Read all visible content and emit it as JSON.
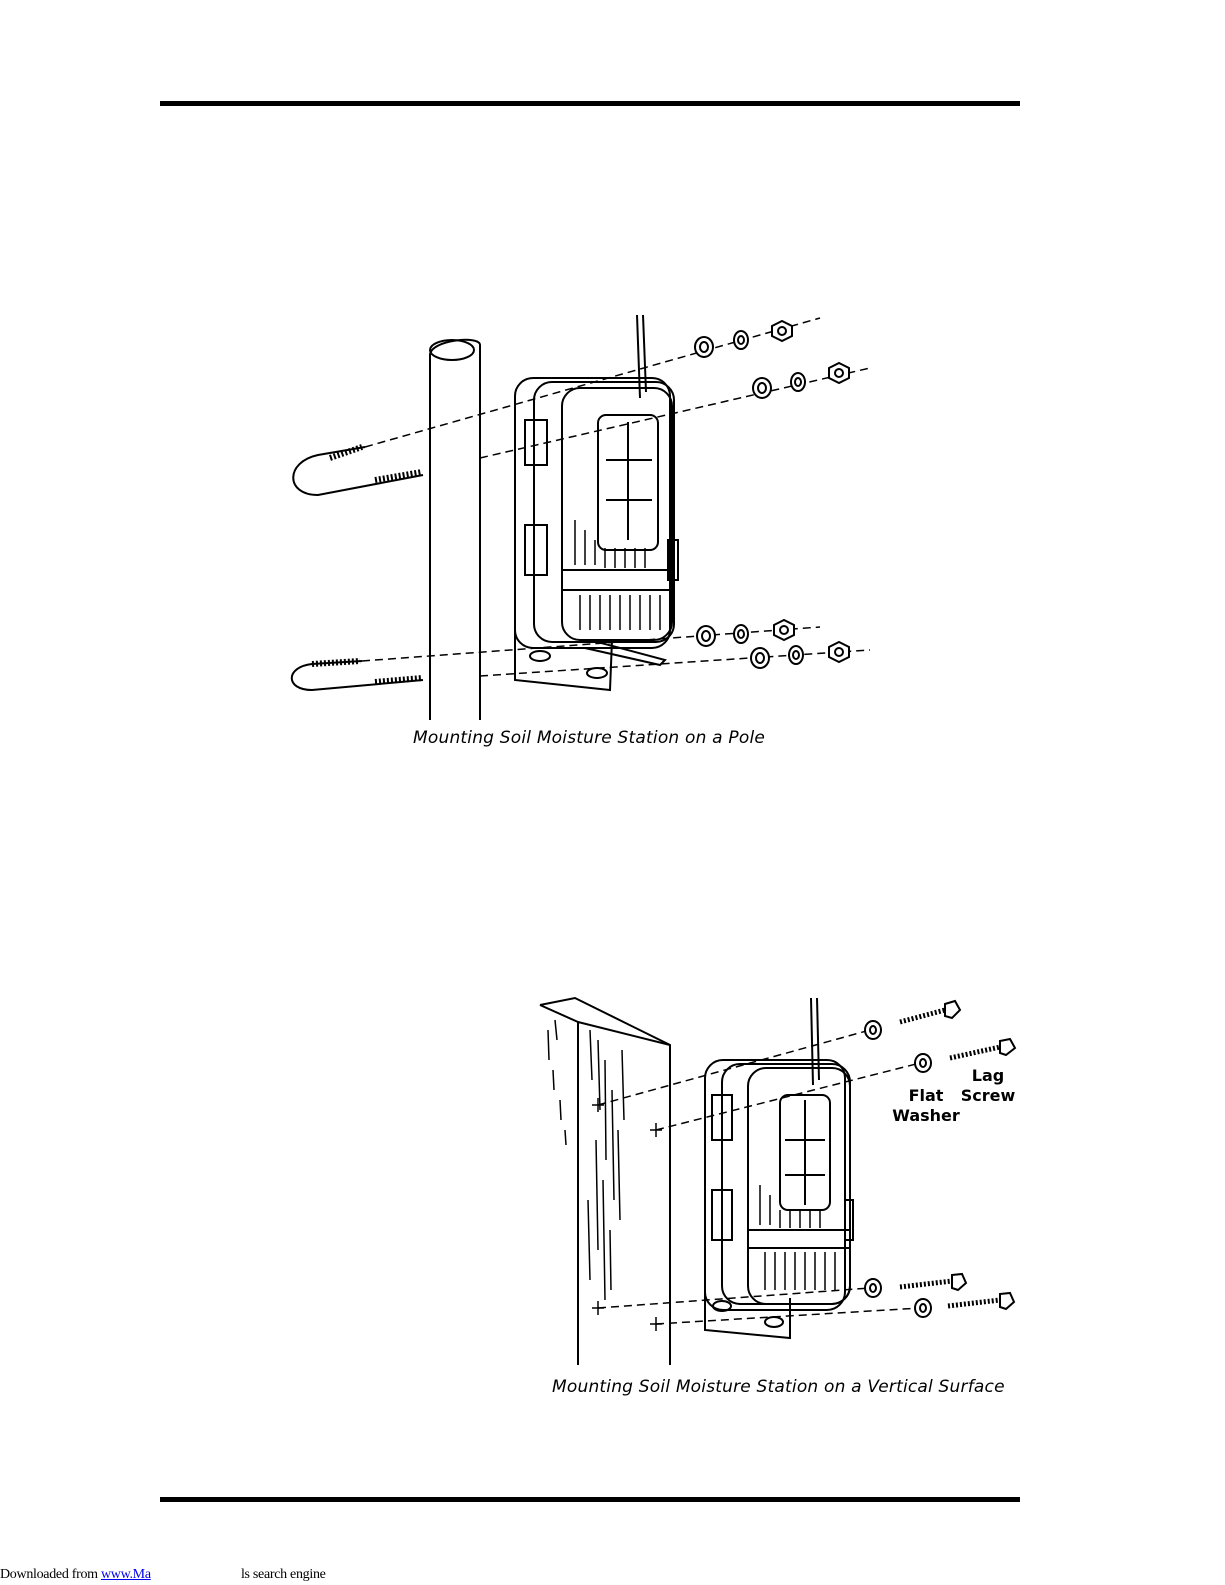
{
  "captions": {
    "pole": "Mounting Soil Moisture Station on a Pole",
    "surface": "Mounting Soil Moisture Station on a Vertical Surface"
  },
  "labels": {
    "lag": "Lag",
    "screw": "Screw",
    "flat": "Flat",
    "washer": "Washer"
  },
  "footer": {
    "prefix": "Downloaded from ",
    "link": "www.Ma",
    "suffix": "ls search engine"
  }
}
